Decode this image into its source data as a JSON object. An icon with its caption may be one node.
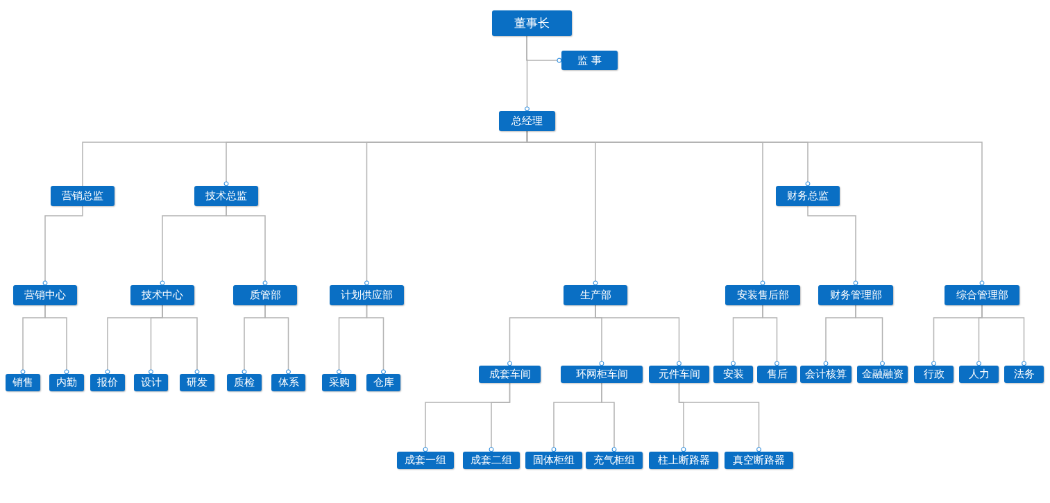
{
  "diagram": {
    "nodes": [
      {
        "text": [
          "董事长"
        ]
      },
      {
        "text": [
          "监 事"
        ]
      },
      {
        "text": [
          "总经理"
        ]
      },
      {
        "text": [
          "营销总监"
        ]
      },
      {
        "text": [
          "技术总监"
        ]
      },
      {
        "text": [
          "财务总监"
        ]
      },
      {
        "text": [
          "营销中心"
        ]
      },
      {
        "text": [
          "技术中心"
        ]
      },
      {
        "text": [
          "质管部"
        ]
      },
      {
        "text": [
          "计划供应部"
        ]
      },
      {
        "text": [
          "生产部"
        ]
      },
      {
        "text": [
          "安装售后部"
        ]
      },
      {
        "text": [
          "财务管理部"
        ]
      },
      {
        "text": [
          "综合管理部"
        ]
      },
      {
        "text": [
          "销售"
        ]
      },
      {
        "text": [
          "内勤"
        ]
      },
      {
        "text": [
          "报价"
        ]
      },
      {
        "text": [
          "设计"
        ]
      },
      {
        "text": [
          "研发"
        ]
      },
      {
        "text": [
          "质检"
        ]
      },
      {
        "text": [
          "体系"
        ]
      },
      {
        "text": [
          "采购"
        ]
      },
      {
        "text": [
          "仓库"
        ]
      },
      {
        "text": [
          "成套车间"
        ]
      },
      {
        "text": [
          "环网柜车间"
        ]
      },
      {
        "text": [
          "元件车间"
        ]
      },
      {
        "text": [
          "安装"
        ]
      },
      {
        "text": [
          "售后"
        ]
      },
      {
        "text": [
          "会计核算"
        ]
      },
      {
        "text": [
          "金融融资"
        ]
      },
      {
        "text": [
          "行政"
        ]
      },
      {
        "text": [
          "人力"
        ]
      },
      {
        "text": [
          "法务"
        ]
      },
      {
        "text": [
          "成套一组"
        ]
      },
      {
        "text": [
          "成套二组"
        ]
      },
      {
        "text": [
          "固体柜组"
        ]
      },
      {
        "text": [
          "充气柜组"
        ]
      },
      {
        "text": [
          "柱上断路器"
        ]
      },
      {
        "text": [
          "真空断路器"
        ]
      }
    ],
    "edges": [
      {
        "from": 0,
        "to": 1,
        "arrow": "other"
      },
      {
        "from": 0,
        "to": 2,
        "arrow": "other"
      },
      {
        "from": 2,
        "to": 3,
        "arrow": "none"
      },
      {
        "from": 2,
        "to": 4,
        "arrow": "other"
      },
      {
        "from": 2,
        "to": 5,
        "arrow": "other"
      },
      {
        "from": 3,
        "to": 6,
        "arrow": "other"
      },
      {
        "from": 4,
        "to": 7,
        "arrow": "other"
      },
      {
        "from": 4,
        "to": 8,
        "arrow": "other"
      },
      {
        "from": 2,
        "to": 9,
        "arrow": "other"
      },
      {
        "from": 2,
        "to": 10,
        "arrow": "other"
      },
      {
        "from": 2,
        "to": 11,
        "arrow": "other"
      },
      {
        "from": 5,
        "to": 12,
        "arrow": "other"
      },
      {
        "from": 2,
        "to": 13,
        "arrow": "other"
      },
      {
        "from": 6,
        "to": 14,
        "arrow": "other"
      },
      {
        "from": 6,
        "to": 15,
        "arrow": "other"
      },
      {
        "from": 7,
        "to": 16,
        "arrow": "other"
      },
      {
        "from": 7,
        "to": 17,
        "arrow": "other"
      },
      {
        "from": 7,
        "to": 18,
        "arrow": "other"
      },
      {
        "from": 8,
        "to": 19,
        "arrow": "other"
      },
      {
        "from": 8,
        "to": 20,
        "arrow": "other"
      },
      {
        "from": 9,
        "to": 21,
        "arrow": "other"
      },
      {
        "from": 9,
        "to": 22,
        "arrow": "other"
      },
      {
        "from": 10,
        "to": 23,
        "arrow": "other"
      },
      {
        "from": 10,
        "to": 24,
        "arrow": "other"
      },
      {
        "from": 10,
        "to": 25,
        "arrow": "other"
      },
      {
        "from": 11,
        "to": 26,
        "arrow": "other"
      },
      {
        "from": 11,
        "to": 27,
        "arrow": "other"
      },
      {
        "from": 12,
        "to": 28,
        "arrow": "other"
      },
      {
        "from": 12,
        "to": 29,
        "arrow": "other"
      },
      {
        "from": 13,
        "to": 30,
        "arrow": "other"
      },
      {
        "from": 13,
        "to": 31,
        "arrow": "other"
      },
      {
        "from": 13,
        "to": 32,
        "arrow": "other"
      },
      {
        "from": 23,
        "to": 33,
        "arrow": "other"
      },
      {
        "from": 23,
        "to": 34,
        "arrow": "other"
      },
      {
        "from": 24,
        "to": 35,
        "arrow": "other"
      },
      {
        "from": 24,
        "to": 36,
        "arrow": "other"
      },
      {
        "from": 25,
        "to": 37,
        "arrow": "other"
      },
      {
        "from": 25,
        "to": 38,
        "arrow": "other"
      }
    ]
  }
}
